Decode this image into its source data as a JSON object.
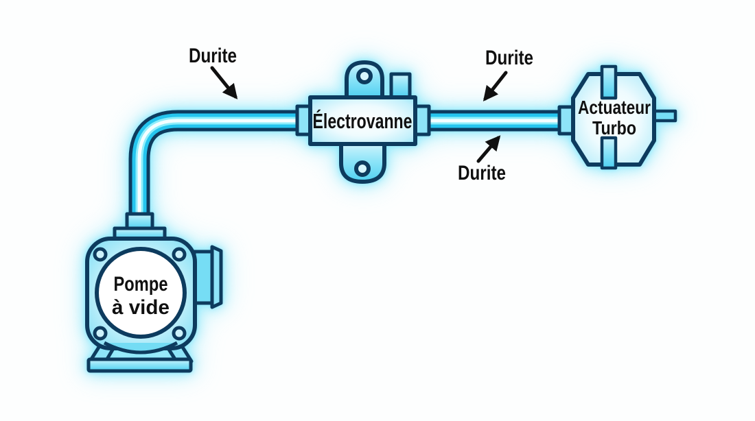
{
  "diagram": {
    "background_color": "#fdfefe",
    "colors": {
      "outline": "#0d3b5e",
      "hose": "#25c5ee",
      "hose_highlight": "#f4feff",
      "glow": "#7ce5fa",
      "label_text": "#101010"
    },
    "components": {
      "pump": {
        "label_line1": "Pompe",
        "label_line2": "à vide"
      },
      "solenoid_valve": {
        "label": "Électrovanne"
      },
      "turbo_actuator": {
        "label_line1": "Actuateur",
        "label_line2": "Turbo"
      }
    },
    "hose_labels": {
      "upper_left": "Durite",
      "upper_right": "Durite",
      "lower_right": "Durite"
    }
  }
}
